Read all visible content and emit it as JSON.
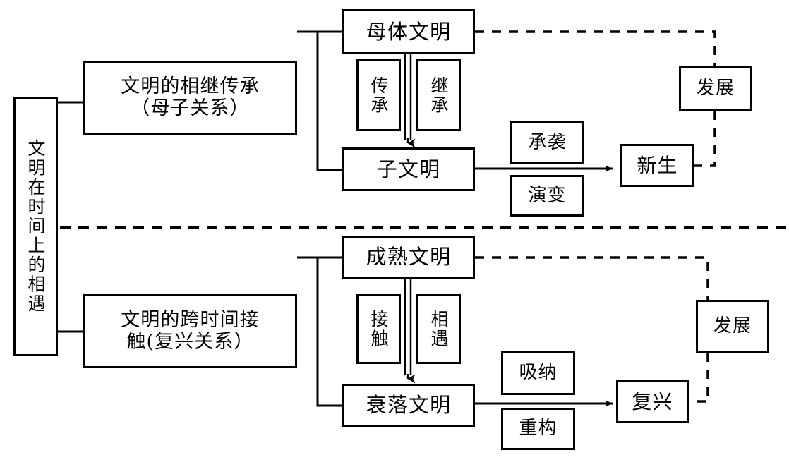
{
  "diagram": {
    "title_node": {
      "label": "文明在时间上的相遇",
      "orientation": "vertical"
    },
    "branches": [
      {
        "id": "branch-succession",
        "label": "文明的相继传承\n（母子关系）"
      },
      {
        "id": "branch-cross-time",
        "label": "文明的跨时间接\n触(复兴关系）"
      }
    ],
    "top_section": {
      "source_node": "母体文明",
      "target_node": "子文明",
      "relation_labels": [
        "传承",
        "继承"
      ],
      "transform_labels": [
        "承袭",
        "演变"
      ],
      "result_node": "新生",
      "outcome_node": "发展"
    },
    "bottom_section": {
      "source_node": "成熟文明",
      "target_node": "衰落文明",
      "relation_labels": [
        "接触",
        "相遇"
      ],
      "transform_labels": [
        "吸纳",
        "重构"
      ],
      "result_node": "复兴",
      "outcome_node": "发展"
    },
    "colors": {
      "stroke": "#000000",
      "fill": "#ffffff",
      "text": "#000000"
    }
  }
}
